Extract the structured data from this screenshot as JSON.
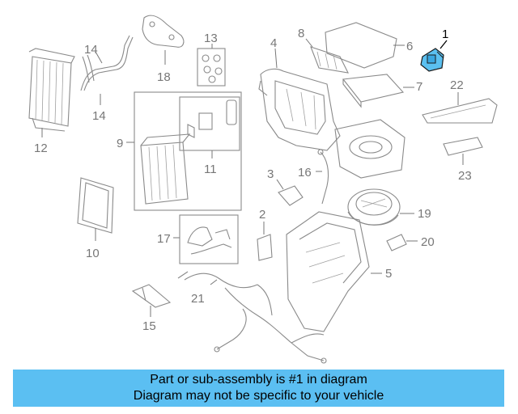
{
  "diagram": {
    "callouts": [
      {
        "id": "1",
        "label": "1"
      },
      {
        "id": "2",
        "label": "2"
      },
      {
        "id": "3",
        "label": "3"
      },
      {
        "id": "4",
        "label": "4"
      },
      {
        "id": "5",
        "label": "5"
      },
      {
        "id": "6",
        "label": "6"
      },
      {
        "id": "7",
        "label": "7"
      },
      {
        "id": "8",
        "label": "8"
      },
      {
        "id": "9",
        "label": "9"
      },
      {
        "id": "10",
        "label": "10"
      },
      {
        "id": "11",
        "label": "11"
      },
      {
        "id": "12",
        "label": "12"
      },
      {
        "id": "13",
        "label": "13"
      },
      {
        "id": "14a",
        "label": "14"
      },
      {
        "id": "14b",
        "label": "14"
      },
      {
        "id": "15",
        "label": "15"
      },
      {
        "id": "16",
        "label": "16"
      },
      {
        "id": "17",
        "label": "17"
      },
      {
        "id": "18",
        "label": "18"
      },
      {
        "id": "19",
        "label": "19"
      },
      {
        "id": "20",
        "label": "20"
      },
      {
        "id": "21",
        "label": "21"
      },
      {
        "id": "22",
        "label": "22"
      },
      {
        "id": "23",
        "label": "23"
      }
    ],
    "highlighted_part": "1",
    "highlight_color": "#5bc0f0",
    "line_color": "#8a8a8a"
  },
  "banner": {
    "line1": "Part or sub-assembly is #1 in diagram",
    "line2": "Diagram may not be specific to your vehicle",
    "background": "#5bbff2"
  }
}
